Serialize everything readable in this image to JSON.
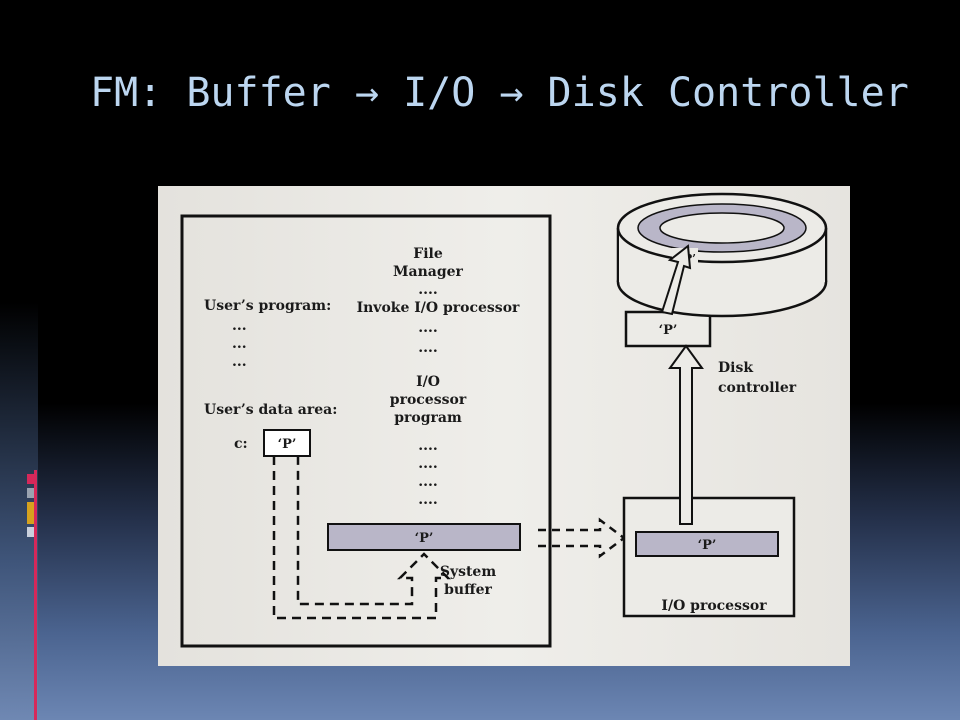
{
  "slide": {
    "title": "FM: Buffer → I/O → Disk Controller"
  },
  "diagram": {
    "main_memory": {
      "file_manager": [
        "File",
        "Manager"
      ],
      "dots": "....",
      "invoke_label": "Invoke I/O processor",
      "users_program_label": "User’s program:",
      "program_ellipsis": "...",
      "io_program_label": [
        "I/O",
        "processor",
        "program"
      ],
      "users_data_area_label": "User’s data area:",
      "variable_label": "c:",
      "variable_value": "‘P’",
      "system_buffer_value": "‘P’",
      "system_buffer_label": [
        "System",
        "buffer"
      ]
    },
    "io_processor": {
      "value": "‘P’",
      "label": "I/O processor"
    },
    "disk_controller": {
      "value": "‘P’",
      "label": [
        "Disk",
        "controller"
      ]
    },
    "disk": {
      "value": "‘P’"
    }
  }
}
